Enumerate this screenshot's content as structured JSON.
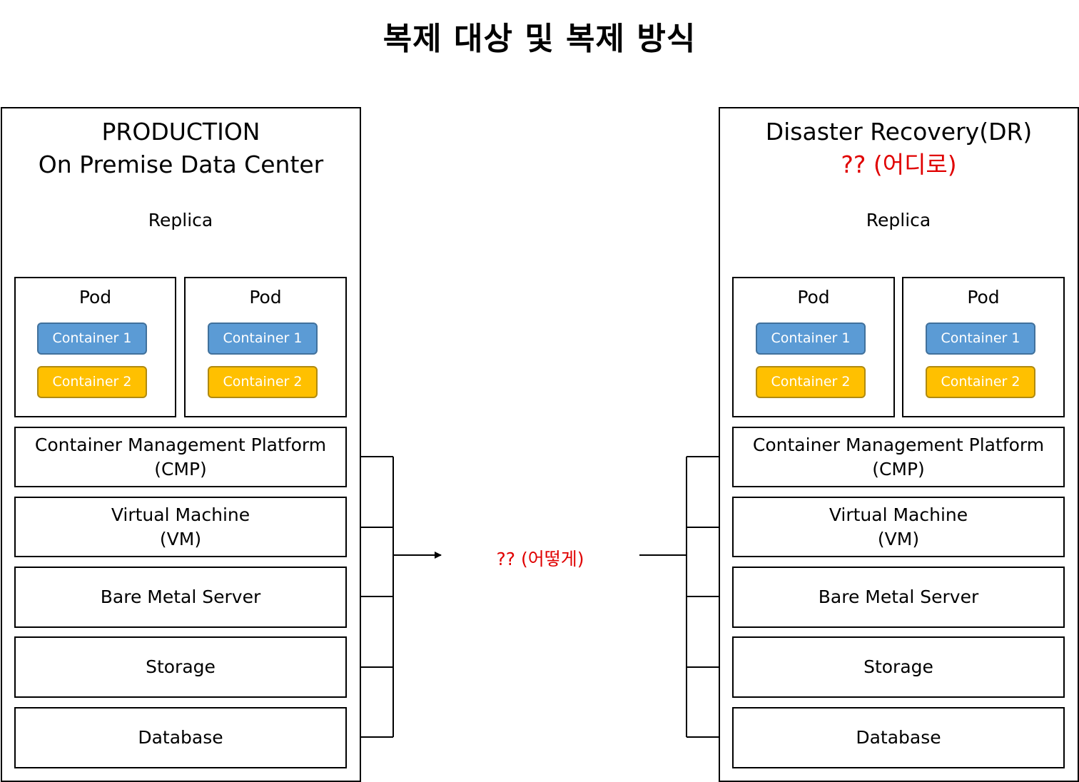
{
  "title": "복제 대상 및 복제 방식",
  "production": {
    "title_line1": "PRODUCTION",
    "title_line2": "On Premise Data Center",
    "replica": "Replica",
    "pods": [
      {
        "label": "Pod",
        "container1": "Container 1",
        "container2": "Container 2"
      },
      {
        "label": "Pod",
        "container1": "Container 1",
        "container2": "Container 2"
      }
    ],
    "layers": [
      {
        "line1": "Container Management Platform",
        "line2": "(CMP)"
      },
      {
        "line1": "Virtual Machine",
        "line2": "(VM)"
      },
      {
        "line1": "Bare Metal Server",
        "line2": ""
      },
      {
        "line1": "Storage",
        "line2": ""
      },
      {
        "line1": "Database",
        "line2": ""
      }
    ]
  },
  "dr": {
    "title_line1": "Disaster Recovery(DR)",
    "title_line2": "?? (어디로)",
    "replica": "Replica",
    "pods": [
      {
        "label": "Pod",
        "container1": "Container 1",
        "container2": "Container 2"
      },
      {
        "label": "Pod",
        "container1": "Container 1",
        "container2": "Container 2"
      }
    ],
    "layers": [
      {
        "line1": "Container Management Platform",
        "line2": "(CMP)"
      },
      {
        "line1": "Virtual Machine",
        "line2": "(VM)"
      },
      {
        "line1": "Bare Metal Server",
        "line2": ""
      },
      {
        "line1": "Storage",
        "line2": ""
      },
      {
        "line1": "Database",
        "line2": ""
      }
    ]
  },
  "replication_method": "?? (어떻게)",
  "colors": {
    "container1": "#5b9bd5",
    "container2": "#ffc000",
    "question_text": "#e00000"
  }
}
